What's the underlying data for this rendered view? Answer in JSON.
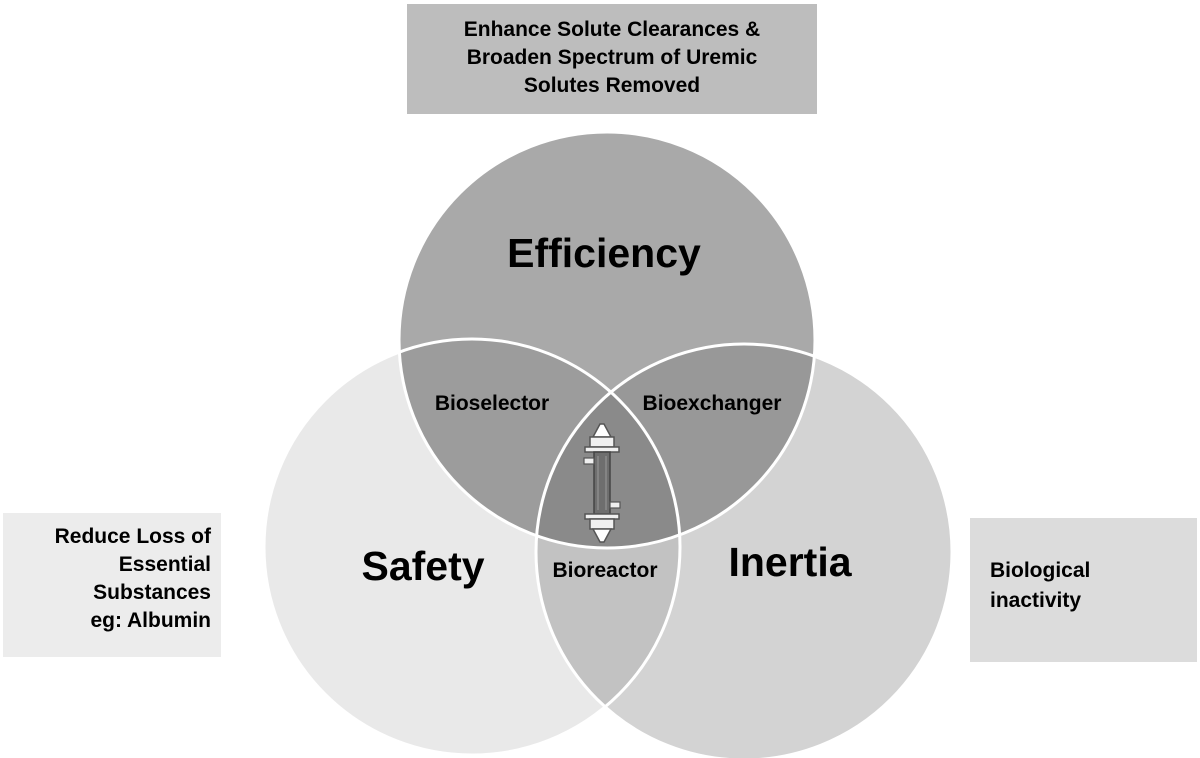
{
  "circles": {
    "efficiency": "Efficiency",
    "safety": "Safety",
    "inertia": "Inertia"
  },
  "intersections": {
    "bioselector": "Bioselector",
    "bioexchanger": "Bioexchanger",
    "bioreactor": "Bioreactor"
  },
  "callouts": {
    "top": [
      "Enhance Solute Clearances &",
      "Broaden Spectrum of Uremic",
      "Solutes Removed"
    ],
    "left": [
      "Reduce Loss of",
      "Essential",
      "Substances",
      "eg: Albumin"
    ],
    "right": [
      "Biological",
      "inactivity"
    ]
  },
  "colors": {
    "efficiency_circle": "#a9a9a9",
    "safety_circle": "#e9e9e9",
    "inertia_circle": "#d3d3d3",
    "top_box": "#bdbdbd",
    "left_box": "#ececec",
    "right_box": "#dcdcdc"
  },
  "center_icon": "dialyzer-cartridge-icon"
}
